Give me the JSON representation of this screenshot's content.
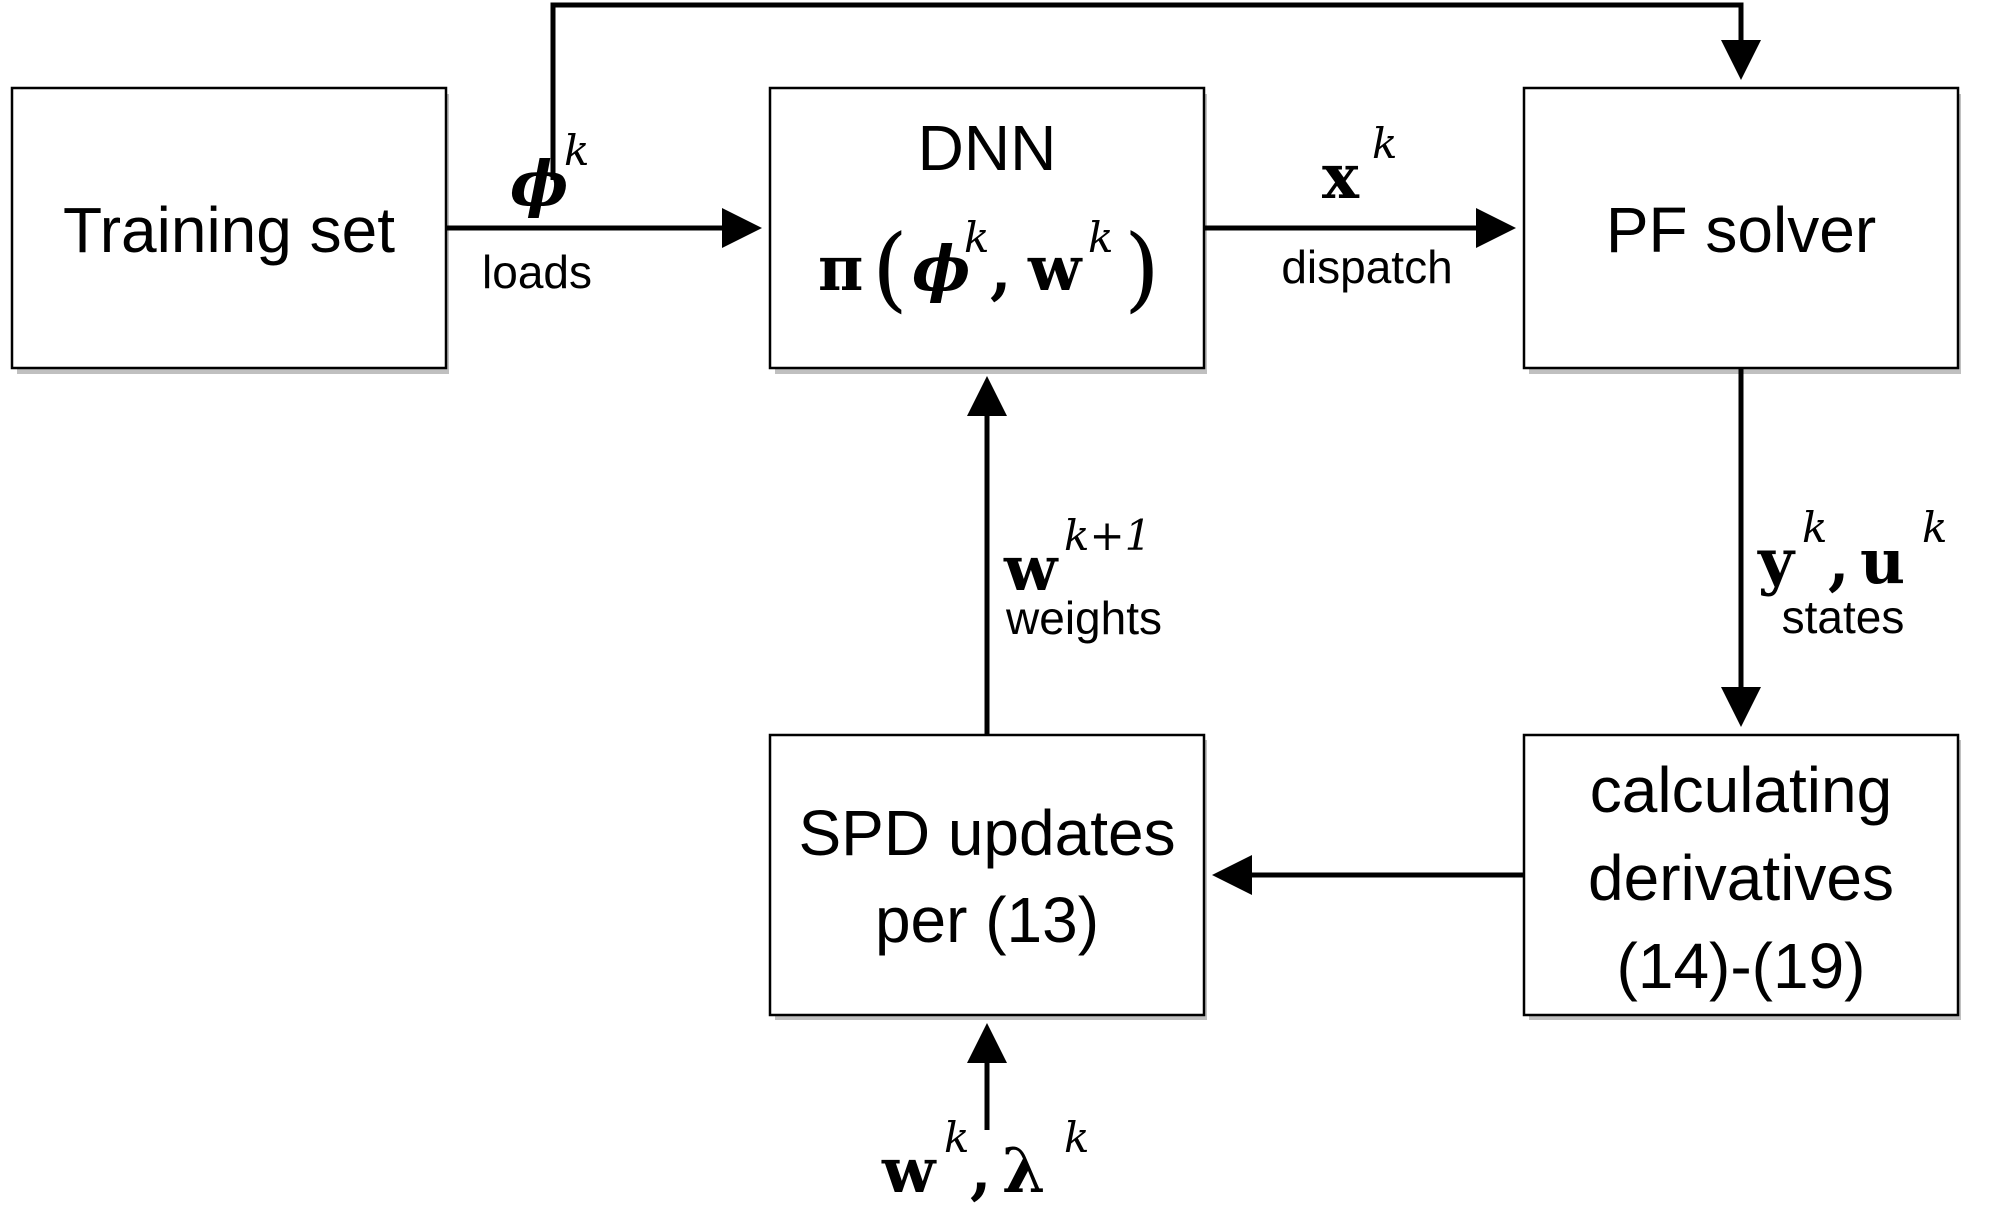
{
  "boxes": {
    "training_set": "Training set",
    "dnn_title": "DNN",
    "pf_solver": "PF solver",
    "spd_line1": "SPD updates",
    "spd_line2": "per (13)",
    "deriv_line1": "calculating",
    "deriv_line2": "derivatives",
    "deriv_line3": "(14)-(19)"
  },
  "dnn_formula": {
    "pi": "π",
    "open": "(",
    "phi": "ϕ",
    "k1": "k",
    "comma": ",",
    "w": "w",
    "k2": "k",
    "close": ")"
  },
  "edges": {
    "loads": {
      "symbol": "ϕ",
      "sup": "k",
      "label": "loads"
    },
    "dispatch": {
      "symbol": "x",
      "sup": "k",
      "label": "dispatch"
    },
    "states": {
      "symbol_y": "y",
      "sup_y": "k",
      "comma": ",",
      "symbol_u": "u",
      "sup_u": "k",
      "label": "states"
    },
    "weights": {
      "symbol": "w",
      "sup": "k+1",
      "label": "weights"
    },
    "input": {
      "symbol_w": "w",
      "sup_w": "k",
      "comma": ",",
      "symbol_lambda": "λ",
      "sup_lambda": "k"
    }
  }
}
